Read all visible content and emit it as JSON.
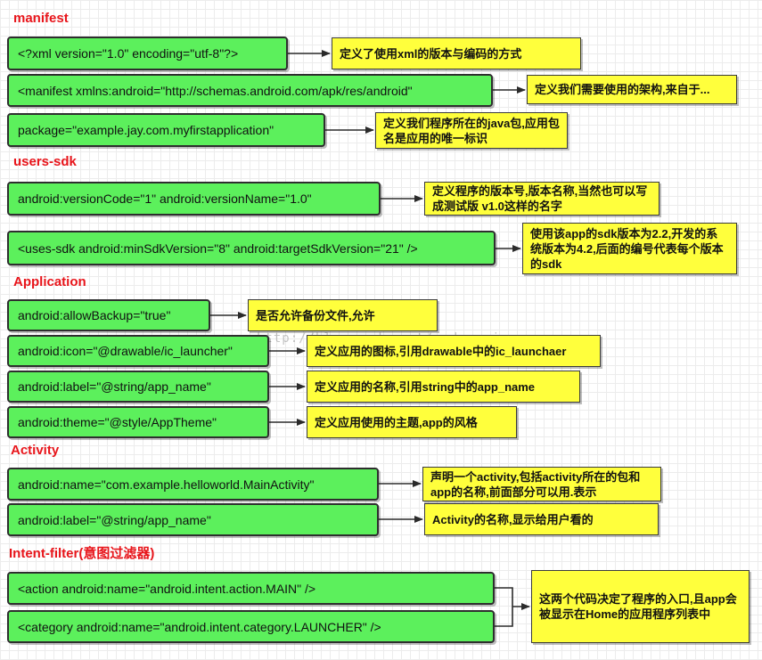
{
  "sections": {
    "manifest": "manifest",
    "users_sdk": "users-sdk",
    "application": "Application",
    "activity": "Activity",
    "intent_filter": "Intent-filter(意图过滤器)"
  },
  "rows": [
    {
      "code": "<?xml version=\"1.0\" encoding=\"utf-8\"?>",
      "note": "定义了使用xml的版本与编码的方式"
    },
    {
      "code": "<manifest xmlns:android=\"http://schemas.android.com/apk/res/android\"",
      "note": "定义我们需要使用的架构,来自于..."
    },
    {
      "code": "package=\"example.jay.com.myfirstapplication\"",
      "note": "定义我们程序所在的java包,应用包名是应用的唯一标识"
    },
    {
      "code": "android:versionCode=\"1\"     android:versionName=\"1.0\"",
      "note": "定义程序的版本号,版本名称,当然也可以写成测试版 v1.0这样的名字"
    },
    {
      "code": "<uses-sdk  android:minSdkVersion=\"8\"  android:targetSdkVersion=\"21\" />",
      "note": "使用该app的sdk版本为2.2,开发的系统版本为4.2,后面的编号代表每个版本的sdk"
    },
    {
      "code": "android:allowBackup=\"true\"",
      "note": "是否允许备份文件,允许"
    },
    {
      "code": "android:icon=\"@drawable/ic_launcher\"",
      "note": "定义应用的图标,引用drawable中的ic_launchaer"
    },
    {
      "code": "android:label=\"@string/app_name\"",
      "note": "定义应用的名称,引用string中的app_name"
    },
    {
      "code": "android:theme=\"@style/AppTheme\"",
      "note": "定义应用使用的主题,app的风格"
    },
    {
      "code": "android:name=\"com.example.helloworld.MainActivity\"",
      "note": "声明一个activity,包括activity所在的包和app的名称,前面部分可以用.表示"
    },
    {
      "code": "android:label=\"@string/app_name\"",
      "note": "Activity的名称,显示给用户看的"
    }
  ],
  "intent": {
    "action": "<action android:name=\"android.intent.action.MAIN\" />",
    "category": "<category android:name=\"android.intent.category.LAUNCHER\" />",
    "note": "这两个代码决定了程序的入口,且app会被显示在Home的应用程序列表中"
  },
  "watermark": "http://blog.csdn.net/coder_pig",
  "colors": {
    "section_title": "#e8151b",
    "code_box": "#5cf05c",
    "note_box": "#ffff3c",
    "arrow": "#2b2b2b"
  }
}
